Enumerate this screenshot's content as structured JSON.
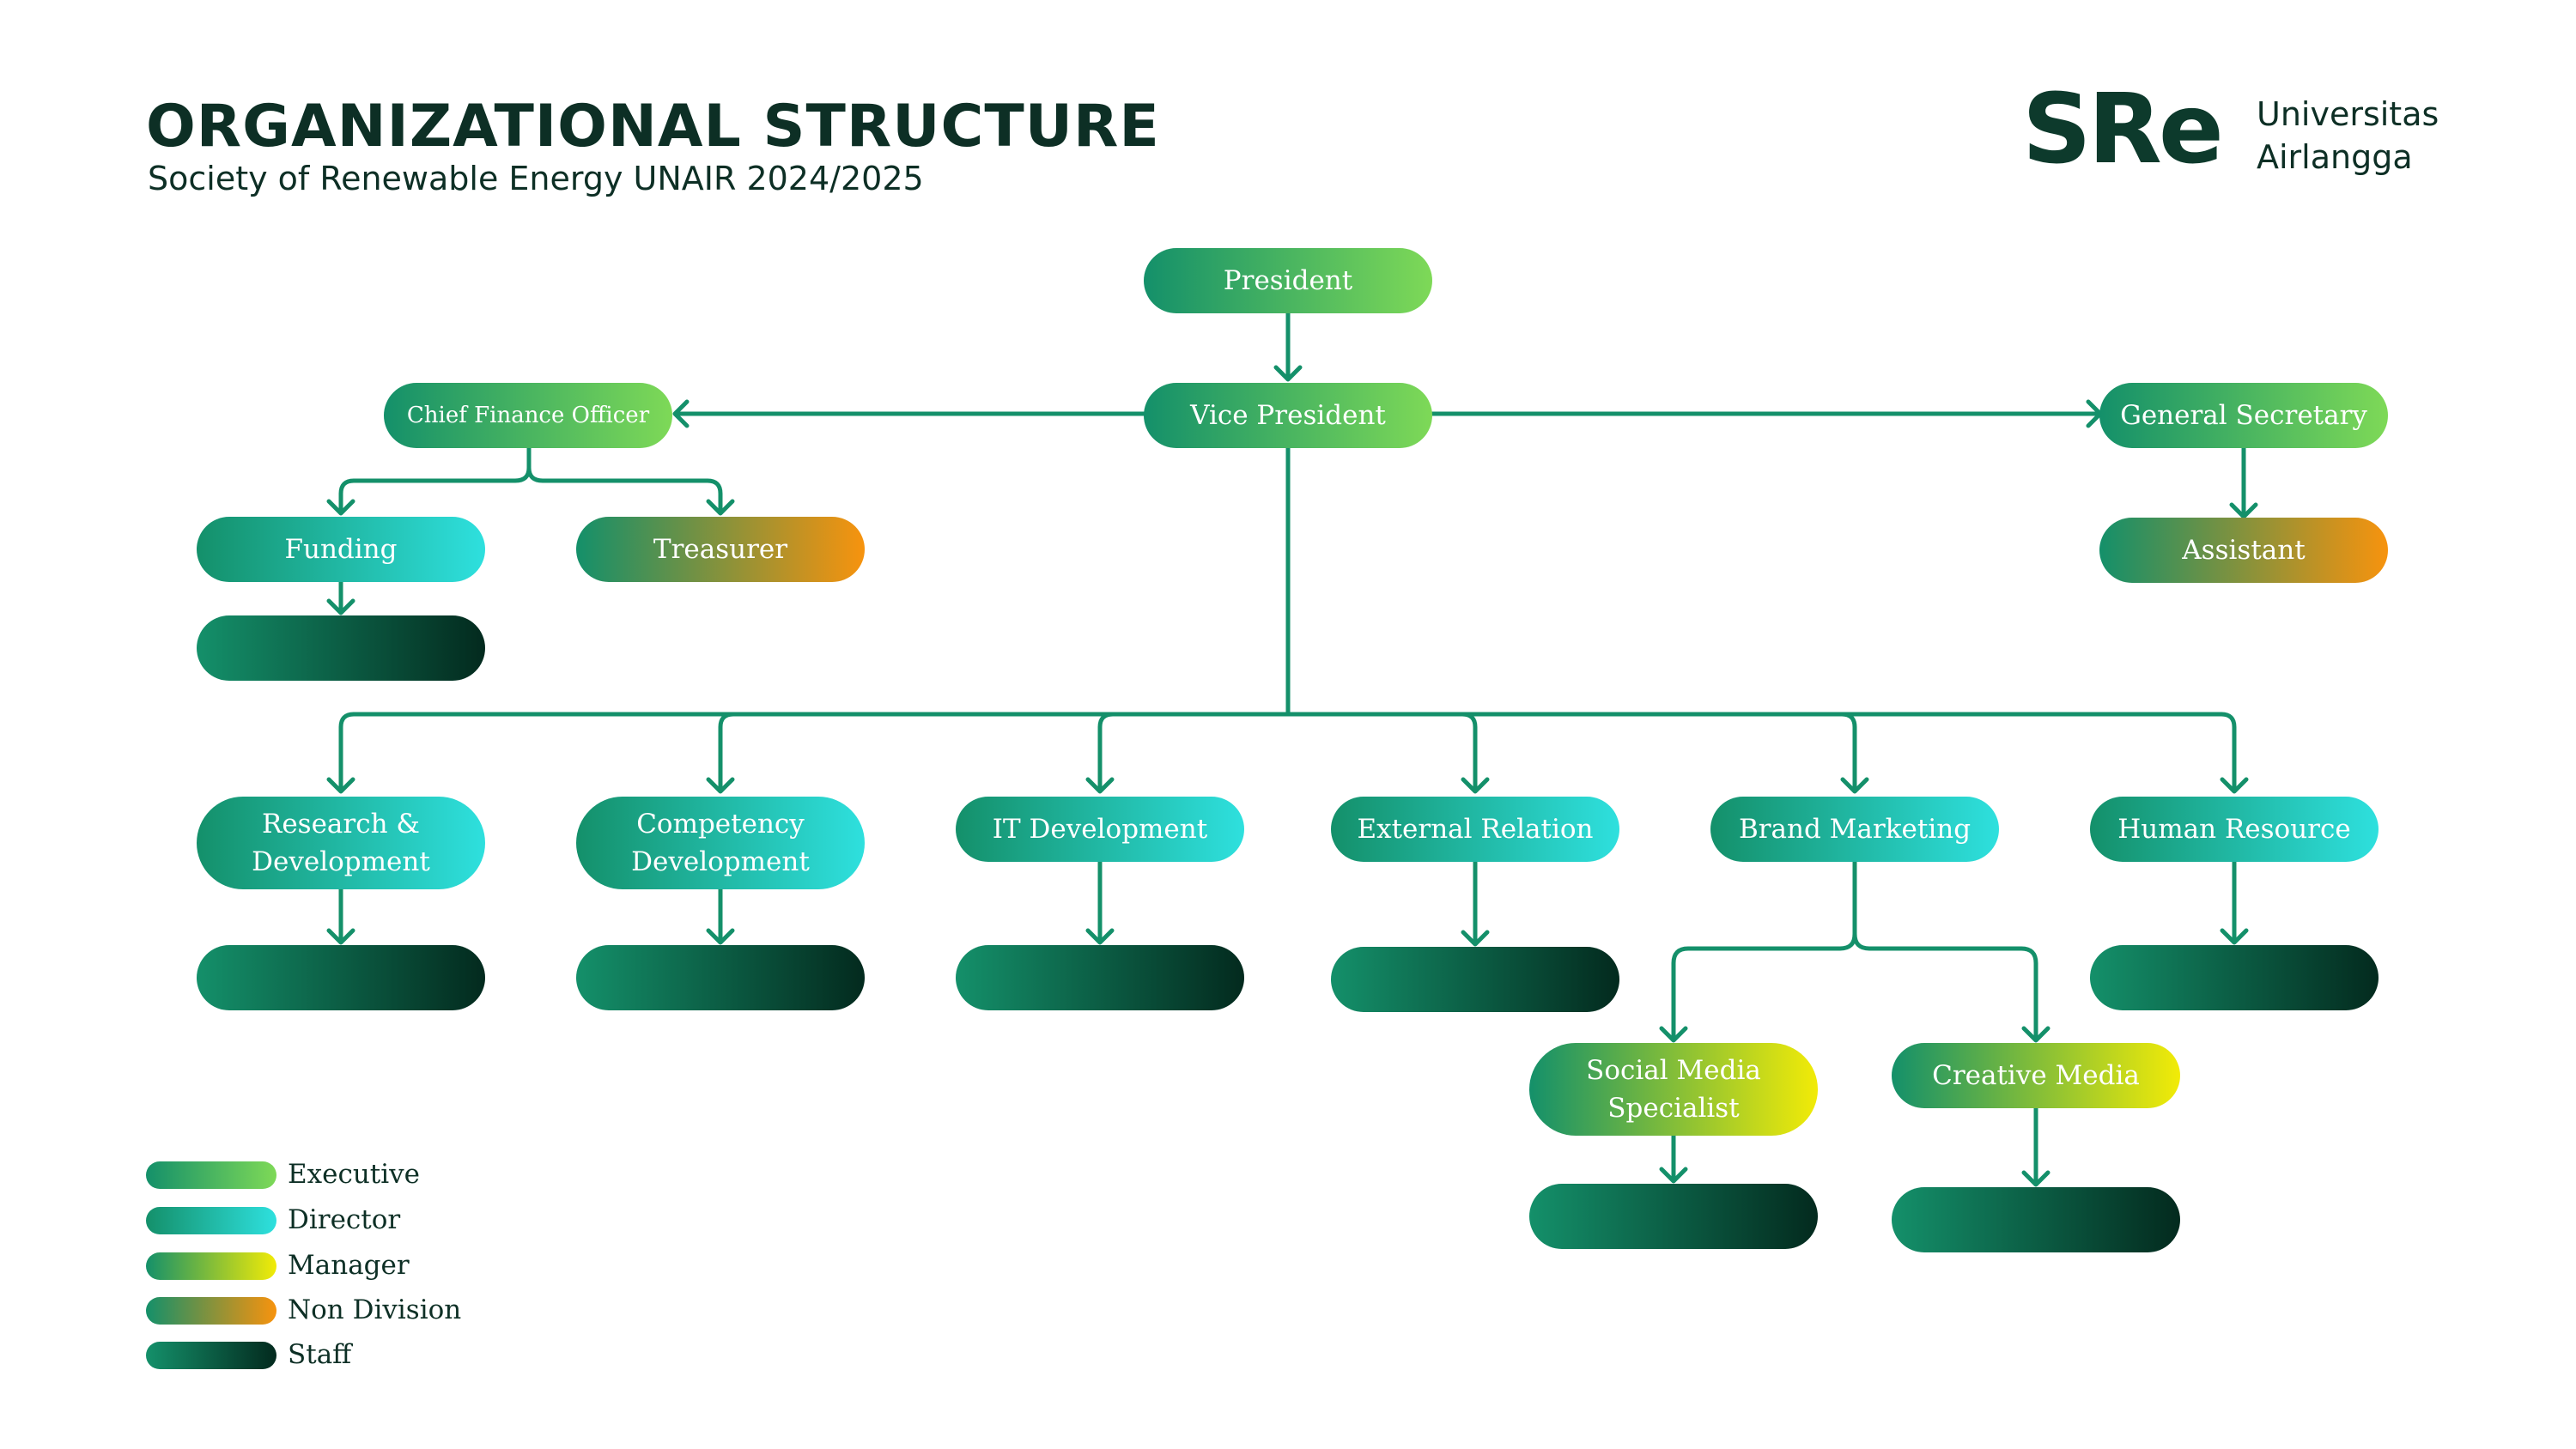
{
  "header": {
    "title": "ORGANIZATIONAL STRUCTURE",
    "subtitle": "Society of Renewable Energy UNAIR 2024/2025"
  },
  "logo": {
    "mark": "SRe",
    "line1": "Universitas",
    "line2": "Airlangga"
  },
  "nodes": {
    "president": "President",
    "vice_president": "Vice President",
    "cfo": "Chief Finance Officer",
    "general_secretary": "General Secretary",
    "funding": "Funding",
    "treasurer": "Treasurer",
    "assistant": "Assistant",
    "research": "Research & Development",
    "competency": "Competency Development",
    "it": "IT Development",
    "external": "External Relation",
    "brand": "Brand Marketing",
    "hr": "Human Resource",
    "social_media": "Social Media Specialist",
    "creative_media": "Creative Media"
  },
  "legend": [
    {
      "label": "Executive",
      "level": "exec"
    },
    {
      "label": "Director",
      "level": "dir"
    },
    {
      "label": "Manager",
      "level": "mgr"
    },
    {
      "label": "Non Division",
      "level": "non"
    },
    {
      "label": "Staff",
      "level": "staff"
    }
  ],
  "colors": {
    "line": "#14906a",
    "dark_text": "#0d2f25",
    "executive_end": "#7ed957",
    "director_end": "#2ee0de",
    "manager_end": "#f2eb07",
    "non_division_end": "#f7930e",
    "staff_end": "#032a1e"
  }
}
